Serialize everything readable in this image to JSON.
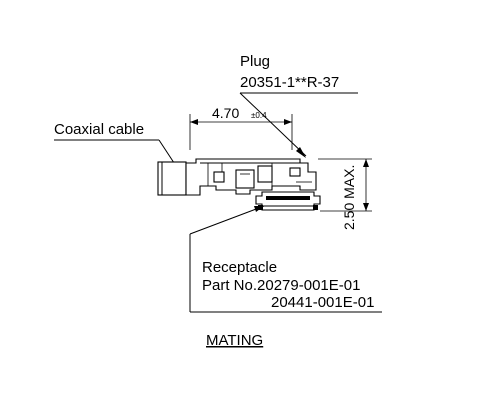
{
  "labels": {
    "plug_title": "Plug",
    "plug_part": "20351-1**R-37",
    "coaxial_cable": "Coaxial cable",
    "width_dim": "4.70",
    "width_tol": "±0.4",
    "height_dim": "2.50 MAX.",
    "receptacle_title": "Receptacle",
    "receptacle_part_1": "Part No.20279-001E-01",
    "receptacle_part_2": "20441-001E-01",
    "figure_title": "MATING"
  }
}
